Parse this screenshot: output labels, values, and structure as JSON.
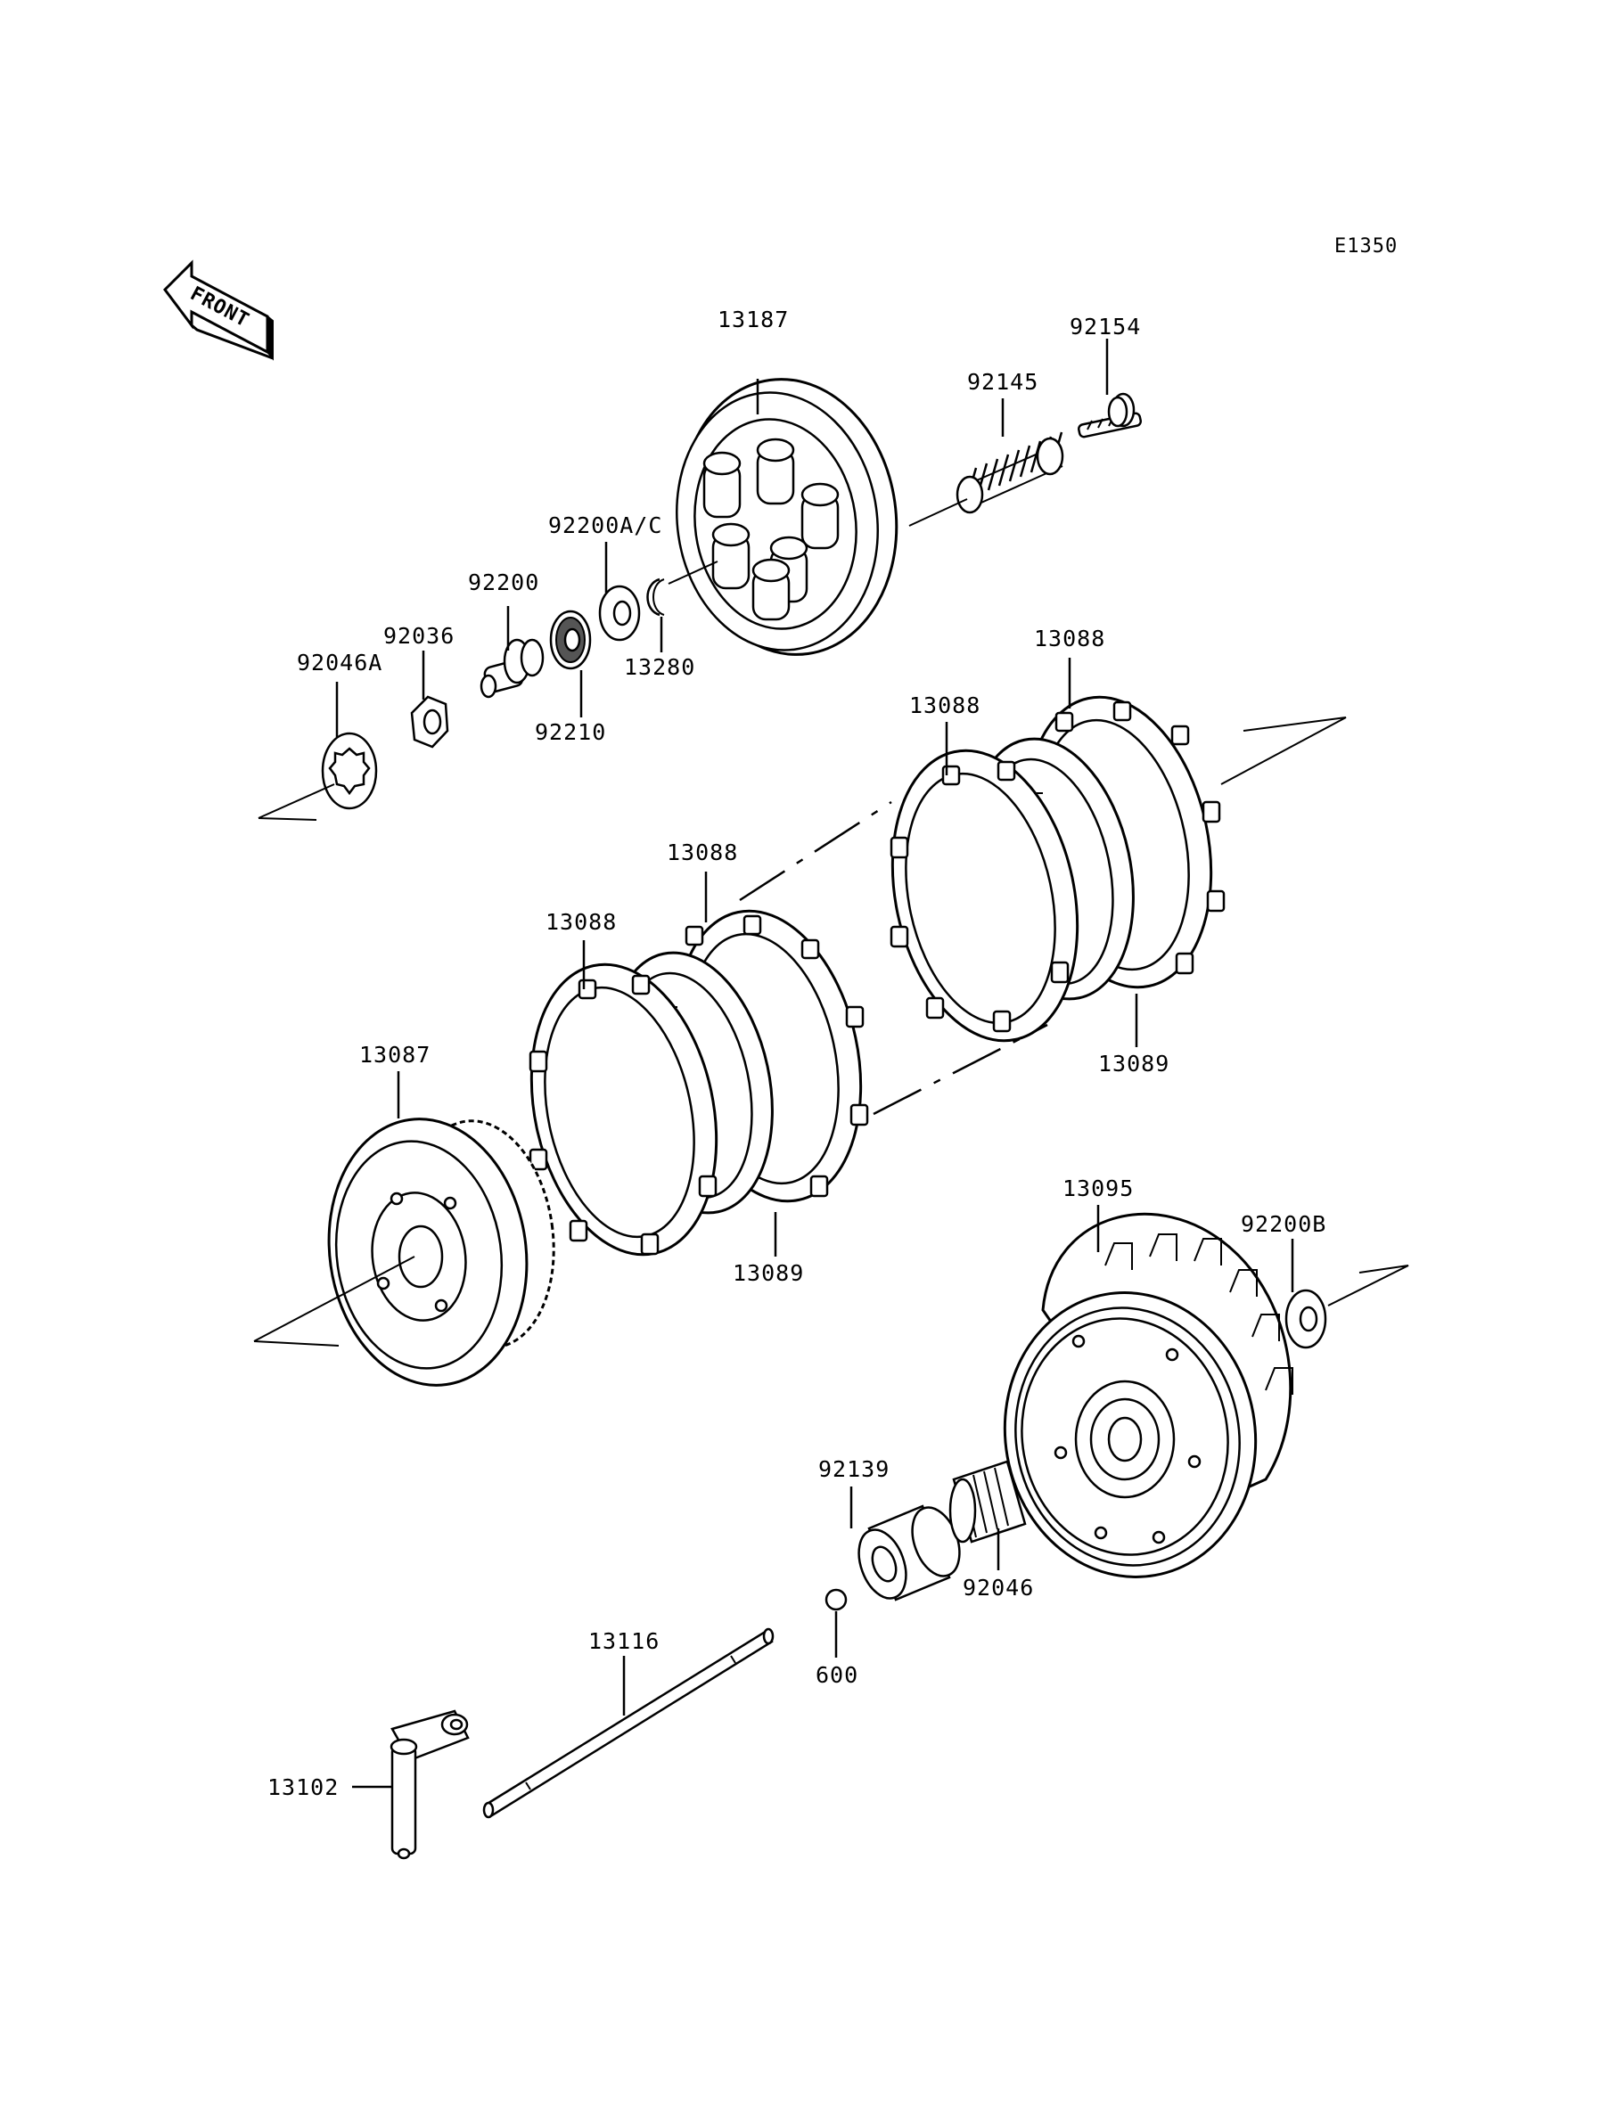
{
  "diagram": {
    "code": "E1350",
    "front_label": "FRONT",
    "labels": [
      {
        "id": "13187",
        "text": "13187"
      },
      {
        "id": "92154",
        "text": "92154"
      },
      {
        "id": "92145",
        "text": "92145"
      },
      {
        "id": "92200ac",
        "text": "92200A/C"
      },
      {
        "id": "13280",
        "text": "13280"
      },
      {
        "id": "92210",
        "text": "92210"
      },
      {
        "id": "92200",
        "text": "92200"
      },
      {
        "id": "92036",
        "text": "92036"
      },
      {
        "id": "92046a",
        "text": "92046A"
      },
      {
        "id": "13088a",
        "text": "13088"
      },
      {
        "id": "13088b",
        "text": "13088"
      },
      {
        "id": "13088c",
        "text": "13088"
      },
      {
        "id": "13088d",
        "text": "13088"
      },
      {
        "id": "13089a",
        "text": "13089"
      },
      {
        "id": "13089b",
        "text": "13089"
      },
      {
        "id": "13087",
        "text": "13087"
      },
      {
        "id": "13095",
        "text": "13095"
      },
      {
        "id": "92200b",
        "text": "92200B"
      },
      {
        "id": "92139",
        "text": "92139"
      },
      {
        "id": "92046",
        "text": "92046"
      },
      {
        "id": "600",
        "text": "600"
      },
      {
        "id": "13116",
        "text": "13116"
      },
      {
        "id": "13102",
        "text": "13102"
      }
    ]
  }
}
